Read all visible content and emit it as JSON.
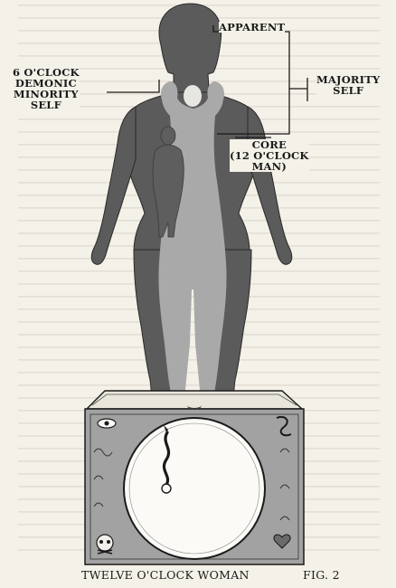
{
  "labels": {
    "apparent": "APPARENT",
    "demonic": [
      "6 O'CLOCK",
      "DEMONIC",
      "MINORITY",
      "SELF"
    ],
    "majority": [
      "MAJORITY",
      "SELF"
    ],
    "core": [
      "CORE",
      "(12 O'CLOCK",
      "MAN)"
    ]
  },
  "caption": {
    "title": "TWELVE O'CLOCK WOMAN",
    "figure": "FIG. 2"
  },
  "colors": {
    "outer_figure": "#5b5b5b",
    "inner_figure": "#a9a9a9",
    "core_figure": "#5e5e5e",
    "pedestal": "#a2a2a2",
    "clock_face": "#fbfaf6",
    "background_text": "#cfcac0"
  },
  "icons": {
    "pedestal_top_left": "eye-icon",
    "pedestal_top_right": "serpent-icon",
    "pedestal_bottom_left": "skull-icon",
    "pedestal_bottom_right": "heart-icon",
    "pedestal_top": "moon-icon",
    "clock_hand": "serpent-hand-icon"
  }
}
